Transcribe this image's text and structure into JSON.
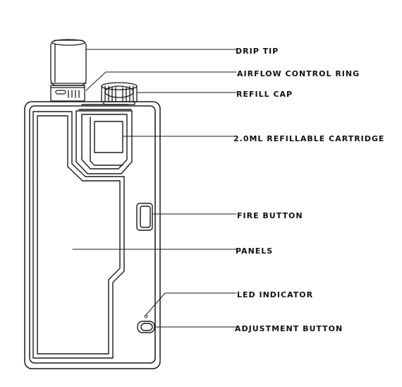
{
  "labels": {
    "drip_tip": "DRIP TIP",
    "airflow_ring": "AIRFLOW CONTROL RING",
    "refill_cap": "REFILL CAP",
    "cartridge": "2.0ML REFILLABLE CARTRIDGE",
    "fire_button": "FIRE BUTTON",
    "panels": "PANELS",
    "led": "LED INDICATOR",
    "adjustment_button": "ADJUSTMENT BUTTON"
  },
  "colors": {
    "stroke": "#1a1a1a",
    "background": "#ffffff",
    "text": "#111111"
  }
}
